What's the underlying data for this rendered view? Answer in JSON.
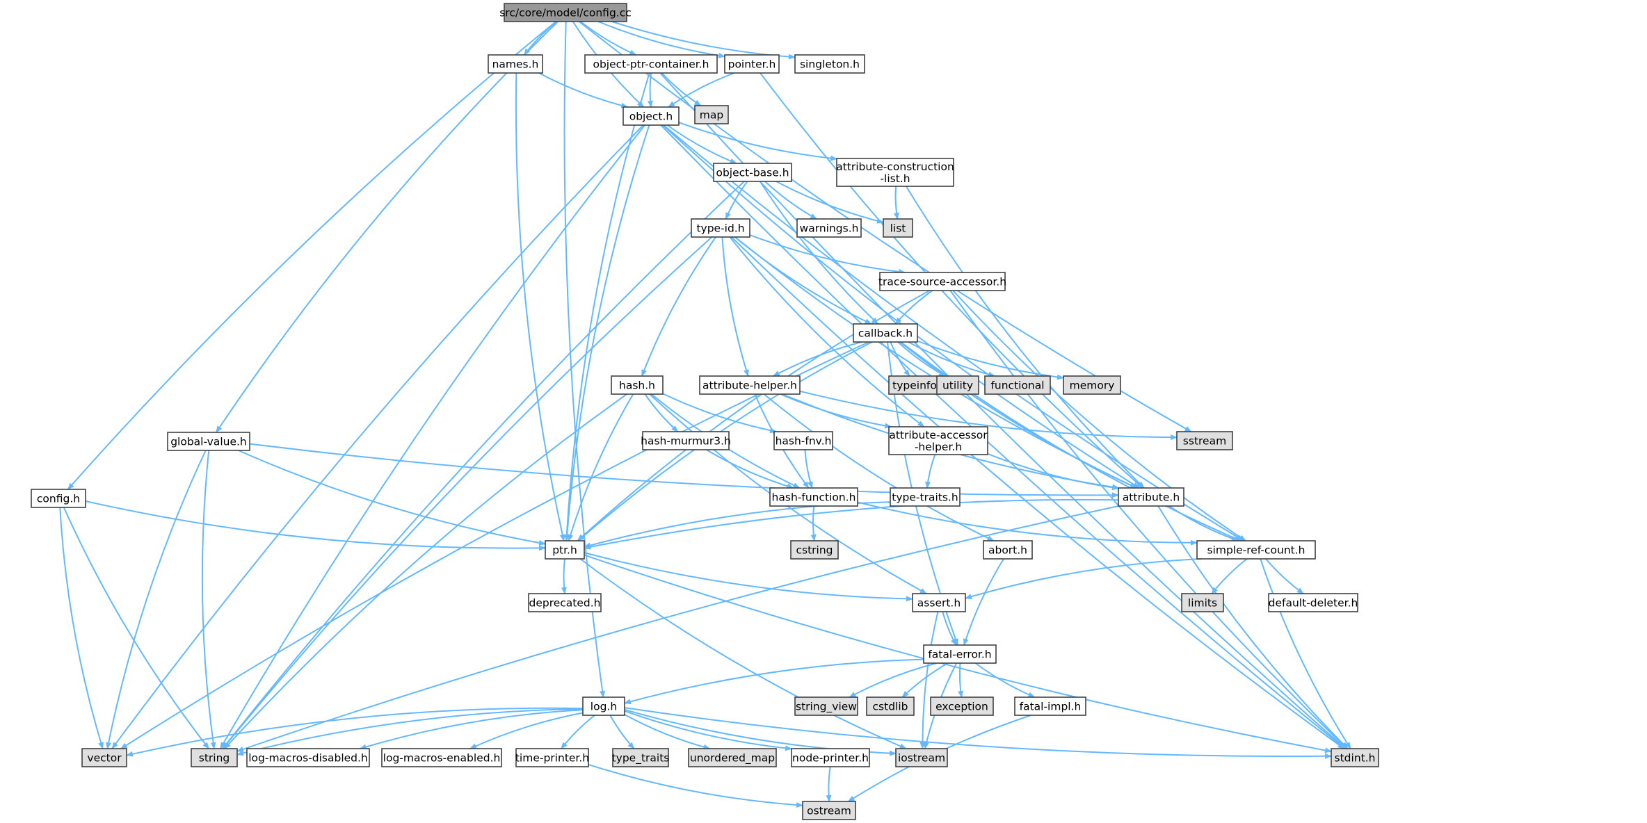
{
  "colors": {
    "edge": "#63b8ff",
    "node_fill": "#ffffff",
    "root_fill": "#999999",
    "external_fill": "#e0e0e0",
    "node_border": "#404040",
    "external_border": "#bfbfbf"
  },
  "nodes": [
    {
      "id": "config_cc",
      "kind": "root",
      "lines": [
        "src/core/model/config.cc"
      ]
    },
    {
      "id": "config_h",
      "kind": "file",
      "lines": [
        "config.h"
      ]
    },
    {
      "id": "global_value",
      "kind": "file",
      "lines": [
        "global-value.h"
      ]
    },
    {
      "id": "log",
      "kind": "file",
      "lines": [
        "log.h"
      ]
    },
    {
      "id": "names",
      "kind": "file",
      "lines": [
        "names.h"
      ]
    },
    {
      "id": "object",
      "kind": "file",
      "lines": [
        "object.h"
      ]
    },
    {
      "id": "opc",
      "kind": "file",
      "lines": [
        "object-ptr-container.h"
      ]
    },
    {
      "id": "pointer",
      "kind": "file",
      "lines": [
        "pointer.h"
      ]
    },
    {
      "id": "singleton",
      "kind": "file",
      "lines": [
        "singleton.h"
      ]
    },
    {
      "id": "sstream",
      "kind": "external",
      "lines": [
        "sstream"
      ]
    },
    {
      "id": "map",
      "kind": "external",
      "lines": [
        "map"
      ]
    },
    {
      "id": "object_base",
      "kind": "file",
      "lines": [
        "object-base.h"
      ]
    },
    {
      "id": "acl",
      "kind": "file",
      "lines": [
        "attribute-construction",
        "-list.h"
      ]
    },
    {
      "id": "list",
      "kind": "external",
      "lines": [
        "list"
      ]
    },
    {
      "id": "type_id",
      "kind": "file",
      "lines": [
        "type-id.h"
      ]
    },
    {
      "id": "warnings",
      "kind": "file",
      "lines": [
        "warnings.h"
      ]
    },
    {
      "id": "tsa",
      "kind": "file",
      "lines": [
        "trace-source-accessor.h"
      ]
    },
    {
      "id": "callback",
      "kind": "file",
      "lines": [
        "callback.h"
      ]
    },
    {
      "id": "hash",
      "kind": "file",
      "lines": [
        "hash.h"
      ]
    },
    {
      "id": "attr_helper",
      "kind": "file",
      "lines": [
        "attribute-helper.h"
      ]
    },
    {
      "id": "typeinfo",
      "kind": "external",
      "lines": [
        "typeinfo"
      ]
    },
    {
      "id": "utility",
      "kind": "external",
      "lines": [
        "utility"
      ]
    },
    {
      "id": "functional",
      "kind": "external",
      "lines": [
        "functional"
      ]
    },
    {
      "id": "memory",
      "kind": "external",
      "lines": [
        "memory"
      ]
    },
    {
      "id": "murmur",
      "kind": "file",
      "lines": [
        "hash-murmur3.h"
      ]
    },
    {
      "id": "fnv",
      "kind": "file",
      "lines": [
        "hash-fnv.h"
      ]
    },
    {
      "id": "aah",
      "kind": "file",
      "lines": [
        "attribute-accessor",
        "-helper.h"
      ]
    },
    {
      "id": "hash_function",
      "kind": "file",
      "lines": [
        "hash-function.h"
      ]
    },
    {
      "id": "type_traits_h",
      "kind": "file",
      "lines": [
        "type-traits.h"
      ]
    },
    {
      "id": "attribute",
      "kind": "file",
      "lines": [
        "attribute.h"
      ]
    },
    {
      "id": "ptr",
      "kind": "file",
      "lines": [
        "ptr.h"
      ]
    },
    {
      "id": "cstring",
      "kind": "external",
      "lines": [
        "cstring"
      ]
    },
    {
      "id": "abort",
      "kind": "file",
      "lines": [
        "abort.h"
      ]
    },
    {
      "id": "src",
      "kind": "file",
      "lines": [
        "simple-ref-count.h"
      ]
    },
    {
      "id": "deprecated",
      "kind": "file",
      "lines": [
        "deprecated.h"
      ]
    },
    {
      "id": "assert",
      "kind": "file",
      "lines": [
        "assert.h"
      ]
    },
    {
      "id": "limits",
      "kind": "external",
      "lines": [
        "limits"
      ]
    },
    {
      "id": "default_deleter",
      "kind": "file",
      "lines": [
        "default-deleter.h"
      ]
    },
    {
      "id": "fatal_error",
      "kind": "file",
      "lines": [
        "fatal-error.h"
      ]
    },
    {
      "id": "string_view",
      "kind": "external",
      "lines": [
        "string_view"
      ]
    },
    {
      "id": "cstdlib",
      "kind": "external",
      "lines": [
        "cstdlib"
      ]
    },
    {
      "id": "exception",
      "kind": "external",
      "lines": [
        "exception"
      ]
    },
    {
      "id": "fatal_impl",
      "kind": "file",
      "lines": [
        "fatal-impl.h"
      ]
    },
    {
      "id": "vector",
      "kind": "external",
      "lines": [
        "vector"
      ]
    },
    {
      "id": "string",
      "kind": "external",
      "lines": [
        "string"
      ]
    },
    {
      "id": "lmd",
      "kind": "file",
      "lines": [
        "log-macros-disabled.h"
      ]
    },
    {
      "id": "lme",
      "kind": "file",
      "lines": [
        "log-macros-enabled.h"
      ]
    },
    {
      "id": "time_printer",
      "kind": "file",
      "lines": [
        "time-printer.h"
      ]
    },
    {
      "id": "type_traits",
      "kind": "external",
      "lines": [
        "type_traits"
      ]
    },
    {
      "id": "unordered_map",
      "kind": "external",
      "lines": [
        "unordered_map"
      ]
    },
    {
      "id": "node_printer",
      "kind": "file",
      "lines": [
        "node-printer.h"
      ]
    },
    {
      "id": "iostream",
      "kind": "external",
      "lines": [
        "iostream"
      ]
    },
    {
      "id": "stdint",
      "kind": "external",
      "lines": [
        "stdint.h"
      ]
    },
    {
      "id": "ostream",
      "kind": "external",
      "lines": [
        "ostream"
      ]
    }
  ],
  "edges": [
    [
      "config_cc",
      "config_h"
    ],
    [
      "config_cc",
      "global_value"
    ],
    [
      "config_cc",
      "log"
    ],
    [
      "config_cc",
      "names"
    ],
    [
      "config_cc",
      "object"
    ],
    [
      "config_cc",
      "opc"
    ],
    [
      "config_cc",
      "pointer"
    ],
    [
      "config_cc",
      "singleton"
    ],
    [
      "config_cc",
      "sstream"
    ],
    [
      "config_h",
      "ptr"
    ],
    [
      "config_h",
      "string"
    ],
    [
      "config_h",
      "vector"
    ],
    [
      "global_value",
      "attribute"
    ],
    [
      "global_value",
      "ptr"
    ],
    [
      "global_value",
      "string"
    ],
    [
      "global_value",
      "vector"
    ],
    [
      "names",
      "object"
    ],
    [
      "names",
      "ptr"
    ],
    [
      "opc",
      "object"
    ],
    [
      "opc",
      "ptr"
    ],
    [
      "opc",
      "map"
    ],
    [
      "opc",
      "stdint"
    ],
    [
      "pointer",
      "object"
    ],
    [
      "pointer",
      "attribute"
    ],
    [
      "object",
      "object_base"
    ],
    [
      "object",
      "acl"
    ],
    [
      "object",
      "attribute"
    ],
    [
      "object",
      "ptr"
    ],
    [
      "object",
      "src"
    ],
    [
      "object",
      "string"
    ],
    [
      "object",
      "vector"
    ],
    [
      "object",
      "stdint"
    ],
    [
      "object_base",
      "type_id"
    ],
    [
      "object_base",
      "warnings"
    ],
    [
      "object_base",
      "list"
    ],
    [
      "object_base",
      "callback"
    ],
    [
      "object_base",
      "string"
    ],
    [
      "acl",
      "attribute"
    ],
    [
      "acl",
      "list"
    ],
    [
      "type_id",
      "attribute"
    ],
    [
      "type_id",
      "attr_helper"
    ],
    [
      "type_id",
      "callback"
    ],
    [
      "type_id",
      "hash"
    ],
    [
      "type_id",
      "tsa"
    ],
    [
      "type_id",
      "aah"
    ],
    [
      "type_id",
      "string"
    ],
    [
      "type_id",
      "stdint"
    ],
    [
      "tsa",
      "callback"
    ],
    [
      "tsa",
      "ptr"
    ],
    [
      "tsa",
      "src"
    ],
    [
      "tsa",
      "stdint"
    ],
    [
      "callback",
      "attribute"
    ],
    [
      "callback",
      "attr_helper"
    ],
    [
      "callback",
      "ptr"
    ],
    [
      "callback",
      "src"
    ],
    [
      "callback",
      "typeinfo"
    ],
    [
      "callback",
      "utility"
    ],
    [
      "callback",
      "functional"
    ],
    [
      "callback",
      "memory"
    ],
    [
      "callback",
      "vector"
    ],
    [
      "callback",
      "fatal_error"
    ],
    [
      "hash",
      "murmur"
    ],
    [
      "hash",
      "fnv"
    ],
    [
      "hash",
      "hash_function"
    ],
    [
      "hash",
      "ptr"
    ],
    [
      "hash",
      "assert"
    ],
    [
      "hash",
      "string"
    ],
    [
      "attr_helper",
      "aah"
    ],
    [
      "attr_helper",
      "attribute"
    ],
    [
      "attr_helper",
      "abort"
    ],
    [
      "attr_helper",
      "hash_function"
    ],
    [
      "attr_helper",
      "sstream"
    ],
    [
      "murmur",
      "hash_function"
    ],
    [
      "fnv",
      "hash_function"
    ],
    [
      "aah",
      "attribute"
    ],
    [
      "aah",
      "type_traits_h"
    ],
    [
      "hash_function",
      "cstring"
    ],
    [
      "hash_function",
      "src"
    ],
    [
      "type_traits_h",
      "ptr"
    ],
    [
      "attribute",
      "ptr"
    ],
    [
      "attribute",
      "src"
    ],
    [
      "attribute",
      "string"
    ],
    [
      "attribute",
      "stdint"
    ],
    [
      "ptr",
      "assert"
    ],
    [
      "ptr",
      "deprecated"
    ],
    [
      "ptr",
      "iostream"
    ],
    [
      "ptr",
      "stdint"
    ],
    [
      "abort",
      "fatal_error"
    ],
    [
      "src",
      "assert"
    ],
    [
      "src",
      "limits"
    ],
    [
      "src",
      "default_deleter"
    ],
    [
      "src",
      "stdint"
    ],
    [
      "assert",
      "fatal_error"
    ],
    [
      "assert",
      "iostream"
    ],
    [
      "fatal_error",
      "log"
    ],
    [
      "fatal_error",
      "fatal_impl"
    ],
    [
      "fatal_error",
      "string_view"
    ],
    [
      "fatal_error",
      "cstdlib"
    ],
    [
      "fatal_error",
      "exception"
    ],
    [
      "fatal_error",
      "iostream"
    ],
    [
      "fatal_impl",
      "ostream"
    ],
    [
      "log",
      "lmd"
    ],
    [
      "log",
      "lme"
    ],
    [
      "log",
      "time_printer"
    ],
    [
      "log",
      "type_traits"
    ],
    [
      "log",
      "unordered_map"
    ],
    [
      "log",
      "node_printer"
    ],
    [
      "log",
      "iostream"
    ],
    [
      "log",
      "stdint"
    ],
    [
      "log",
      "string"
    ],
    [
      "log",
      "vector"
    ],
    [
      "time_printer",
      "ostream"
    ],
    [
      "node_printer",
      "ostream"
    ]
  ]
}
